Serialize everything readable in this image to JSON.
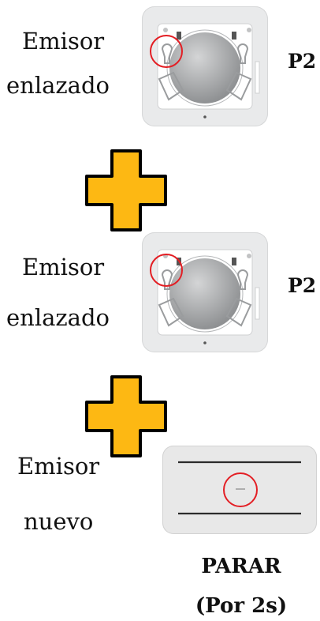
{
  "step1": {
    "line1": "Emisor",
    "line2": "enlazado",
    "button": "P2",
    "device_icon": "wall-receiver-icon"
  },
  "plus1": {
    "icon": "plus-icon",
    "color": "#fdb813"
  },
  "step2": {
    "line1": "Emisor",
    "line2": "enlazado",
    "button": "P2",
    "device_icon": "wall-receiver-icon"
  },
  "plus2": {
    "icon": "plus-icon",
    "color": "#fdb813"
  },
  "step3": {
    "line1": "Emisor",
    "line2": "nuevo",
    "button_line1": "PARAR",
    "button_line2": "(Por 2s)",
    "device_icon": "remote-control-icon"
  },
  "colors": {
    "highlight": "#e31e24",
    "accent": "#fdb813"
  }
}
